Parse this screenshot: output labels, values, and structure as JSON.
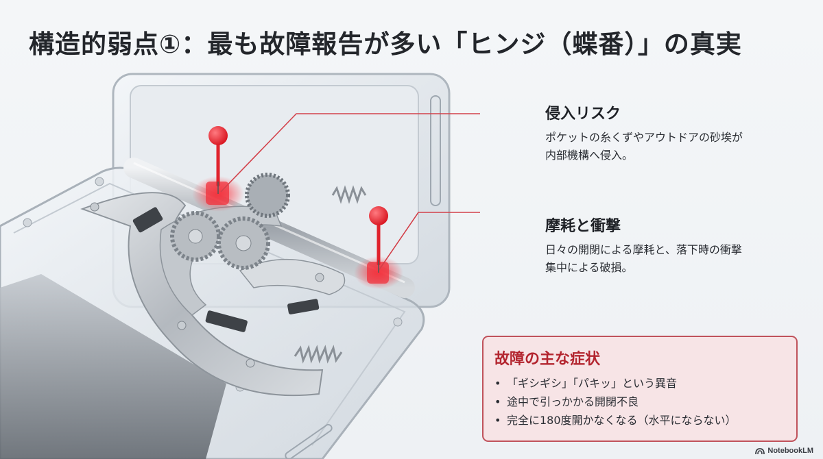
{
  "slide": {
    "title": "構造的弱点①：最も故障報告が多い「ヒンジ（蝶番）」の真実"
  },
  "illustration": {
    "description": "transparent-foldable-hinge-mechanism",
    "accent_color": "#e8333c",
    "markers": [
      {
        "id": "marker-1",
        "links_to": "callouts.0"
      },
      {
        "id": "marker-2",
        "links_to": "callouts.1"
      }
    ]
  },
  "callouts": [
    {
      "heading": "侵入リスク",
      "body_line1": "ポケットの糸くずやアウトドアの砂埃が",
      "body_line2": "内部機構へ侵入。"
    },
    {
      "heading": "摩耗と衝撃",
      "body_line1": "日々の開閉による摩耗と、落下時の衝撃",
      "body_line2": "集中による破損。"
    }
  ],
  "symptoms": {
    "heading": "故障の主な症状",
    "bullet": "•",
    "items": [
      "「ギシギシ」「パキッ」という異音",
      "途中で引っかかる開閉不良",
      "完全に180度開かなくなる（水平にならない）"
    ],
    "border_color": "#c0525b",
    "heading_color": "#b3252f",
    "background_color": "#f7e4e6"
  },
  "branding": {
    "label": "NotebookLM",
    "icon": "notebooklm-logo-icon"
  }
}
